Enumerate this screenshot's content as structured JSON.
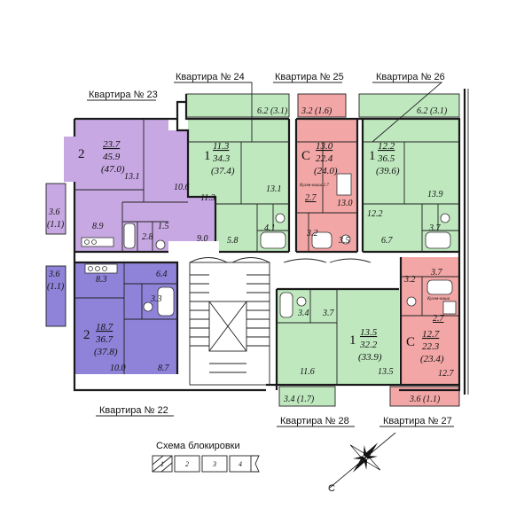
{
  "colors": {
    "purple": "#c7a8e2",
    "blue": "#8e83d9",
    "green": "#bfe8bf",
    "red": "#f2a6a6"
  },
  "headers": {
    "apt22": "Квартира № 22",
    "apt23": "Квартира № 23",
    "apt24": "Квартира № 24",
    "apt25": "Квартира № 25",
    "apt26": "Квартира № 26",
    "apt27": "Квартира № 27",
    "apt28": "Квартира № 28"
  },
  "apartments": {
    "a23": {
      "rooms": "2",
      "living": "23.7",
      "total": "45.9",
      "full": "(47.0)",
      "areas": [
        "13.1",
        "10.6",
        "8.9",
        "2.8",
        "1.5",
        "9.0"
      ],
      "balcony": "3.6",
      "balcony2": "(1.1)"
    },
    "a22": {
      "rooms": "2",
      "living": "18.7",
      "total": "36.7",
      "full": "(37.8)",
      "areas": [
        "8.3",
        "6.4",
        "3.3",
        "10.0",
        "8.7"
      ],
      "balcony": "3.6",
      "balcony2": "(1.1)"
    },
    "a24": {
      "rooms": "1",
      "living": "11.3",
      "total": "34.3",
      "full": "(37.4)",
      "areas": [
        "11.3",
        "13.1",
        "4.1",
        "5.8"
      ],
      "balcony": "6.2 (3.1)"
    },
    "a25": {
      "rooms": "С",
      "living": "13.0",
      "total": "22.4",
      "full": "(24.0)",
      "areas": [
        "2.7",
        "13.0",
        "3.2",
        "3.5"
      ],
      "balcony": "3.2 (1.6)",
      "note": "Кухня-ниша 2.7"
    },
    "a26": {
      "rooms": "1",
      "living": "12.2",
      "total": "36.5",
      "full": "(39.6)",
      "areas": [
        "13.9",
        "12.2",
        "3.7",
        "6.7"
      ],
      "balcony": "6.2 (3.1)"
    },
    "a27": {
      "rooms": "С",
      "living": "12.7",
      "total": "22.3",
      "full": "(23.4)",
      "areas": [
        "3.2",
        "3.7",
        "2.7",
        "12.7"
      ],
      "balcony": "3.6 (1.1)",
      "note": "Кухня-ниша"
    },
    "a28": {
      "rooms": "1",
      "living": "13.5",
      "total": "32.2",
      "full": "(33.9)",
      "areas": [
        "3.4",
        "3.7",
        "11.6",
        "13.5"
      ],
      "balcony": "3.4 (1.7)"
    }
  },
  "legend": {
    "title": "Схема блокировки",
    "sections": [
      "1",
      "2",
      "3",
      "4"
    ]
  },
  "compass": {
    "label": "С"
  }
}
